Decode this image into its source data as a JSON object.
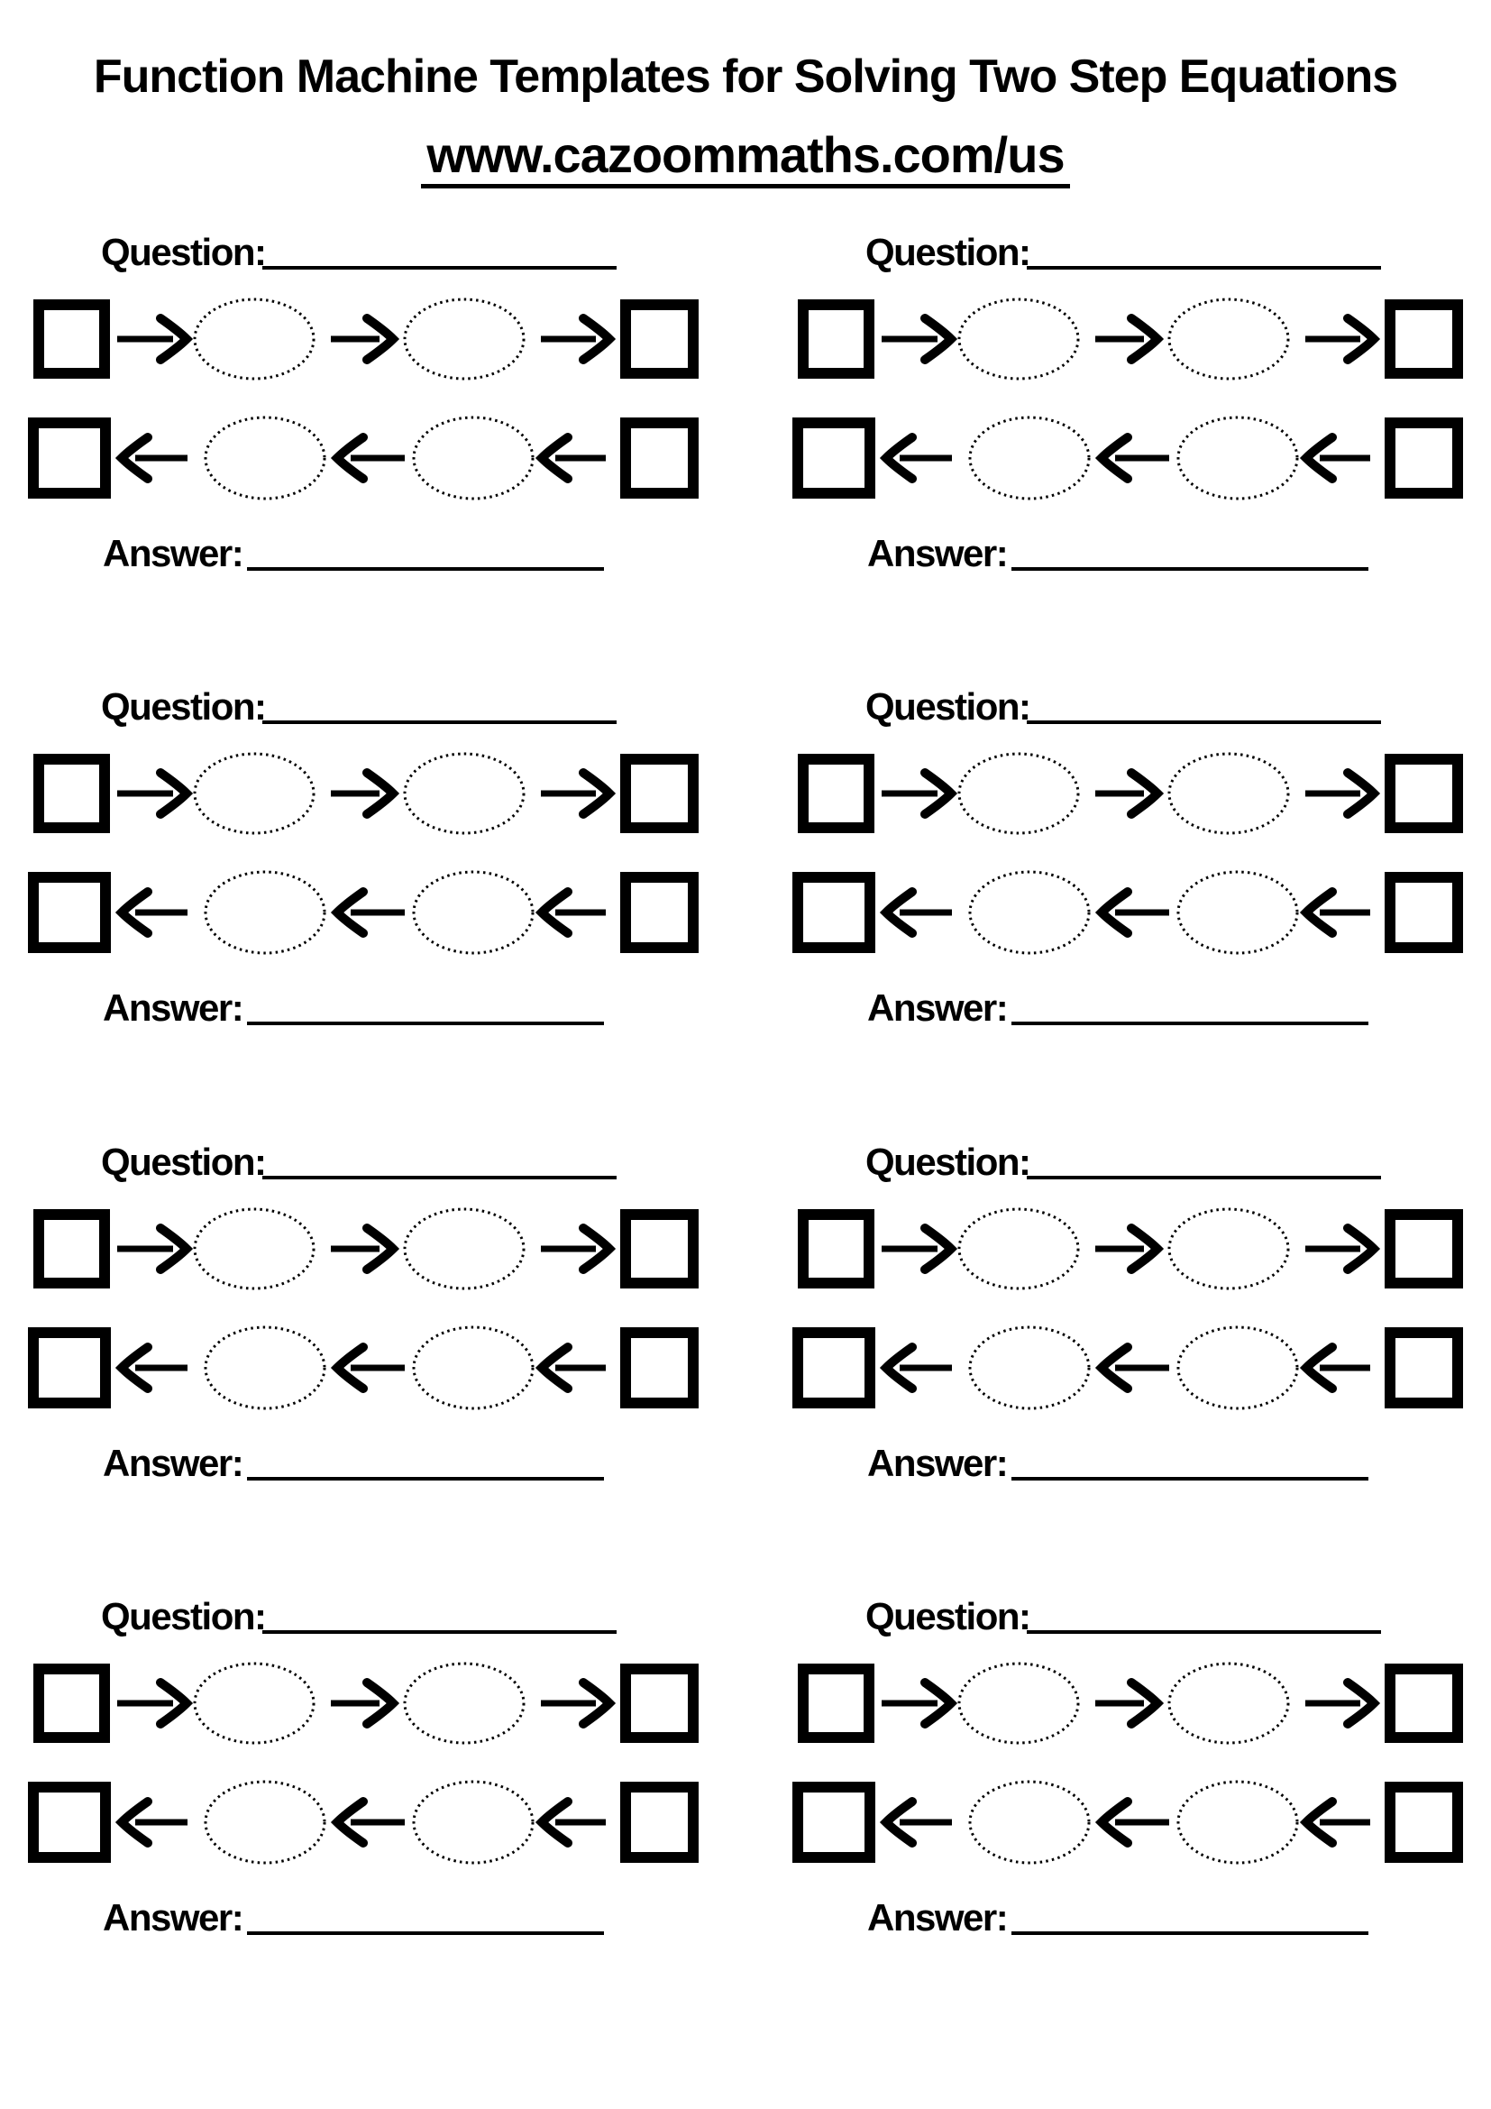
{
  "page": {
    "background": "#ffffff",
    "ink": "#000000"
  },
  "header": {
    "title": "Function Machine Templates for Solving Two Step Equations",
    "url": "www.cazoommaths.com/us"
  },
  "machine_icons": {
    "input_output_box": "square-outline",
    "operation_slot": "dotted-ellipse",
    "forward_arrow": "arrow-right",
    "inverse_arrow": "arrow-left"
  },
  "templates": [
    {
      "id": 1,
      "question_label": "Question:",
      "answer_label": "Answer:"
    },
    {
      "id": 2,
      "question_label": "Question:",
      "answer_label": "Answer:"
    },
    {
      "id": 3,
      "question_label": "Question:",
      "answer_label": "Answer:"
    },
    {
      "id": 4,
      "question_label": "Question:",
      "answer_label": "Answer:"
    },
    {
      "id": 5,
      "question_label": "Question:",
      "answer_label": "Answer:"
    },
    {
      "id": 6,
      "question_label": "Question:",
      "answer_label": "Answer:"
    },
    {
      "id": 7,
      "question_label": "Question:",
      "answer_label": "Answer:"
    },
    {
      "id": 8,
      "question_label": "Question:",
      "answer_label": "Answer:"
    }
  ]
}
